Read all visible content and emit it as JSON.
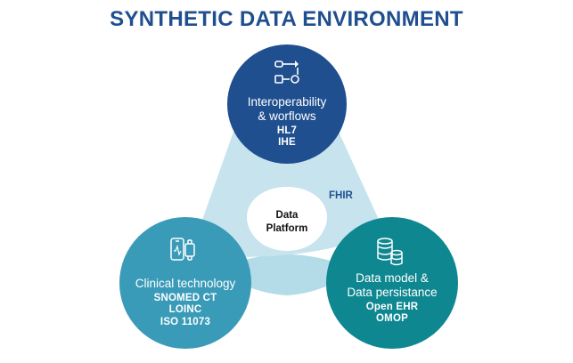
{
  "title": "SYNTHETIC DATA ENVIRONMENT",
  "center": {
    "line1": "Data",
    "line2": "Platform"
  },
  "connector_label": "FHIR",
  "colors": {
    "title": "#1f4f8f",
    "interop_circle": "#1f4f8f",
    "clinical_circle": "#3a9bb8",
    "datamodel_circle": "#0f8791",
    "band_light": "#c9e6ef",
    "band_mid": "#b3dbe8",
    "band_blue": "#b9cdea"
  },
  "nodes": {
    "interoperability": {
      "name_line1": "Interoperability",
      "name_line2": "& worflows",
      "std1": "HL7",
      "std2": "IHE",
      "icon": "workflow-icon"
    },
    "clinical": {
      "name_line1": "Clinical technology",
      "std1": "SNOMED CT",
      "std2": "LOINC",
      "std3": "ISO 11073",
      "icon": "devices-icon"
    },
    "datamodel": {
      "name_line1": "Data model &",
      "name_line2": "Data persistance",
      "std1": "Open EHR",
      "std2": "OMOP",
      "icon": "database-icon"
    }
  }
}
